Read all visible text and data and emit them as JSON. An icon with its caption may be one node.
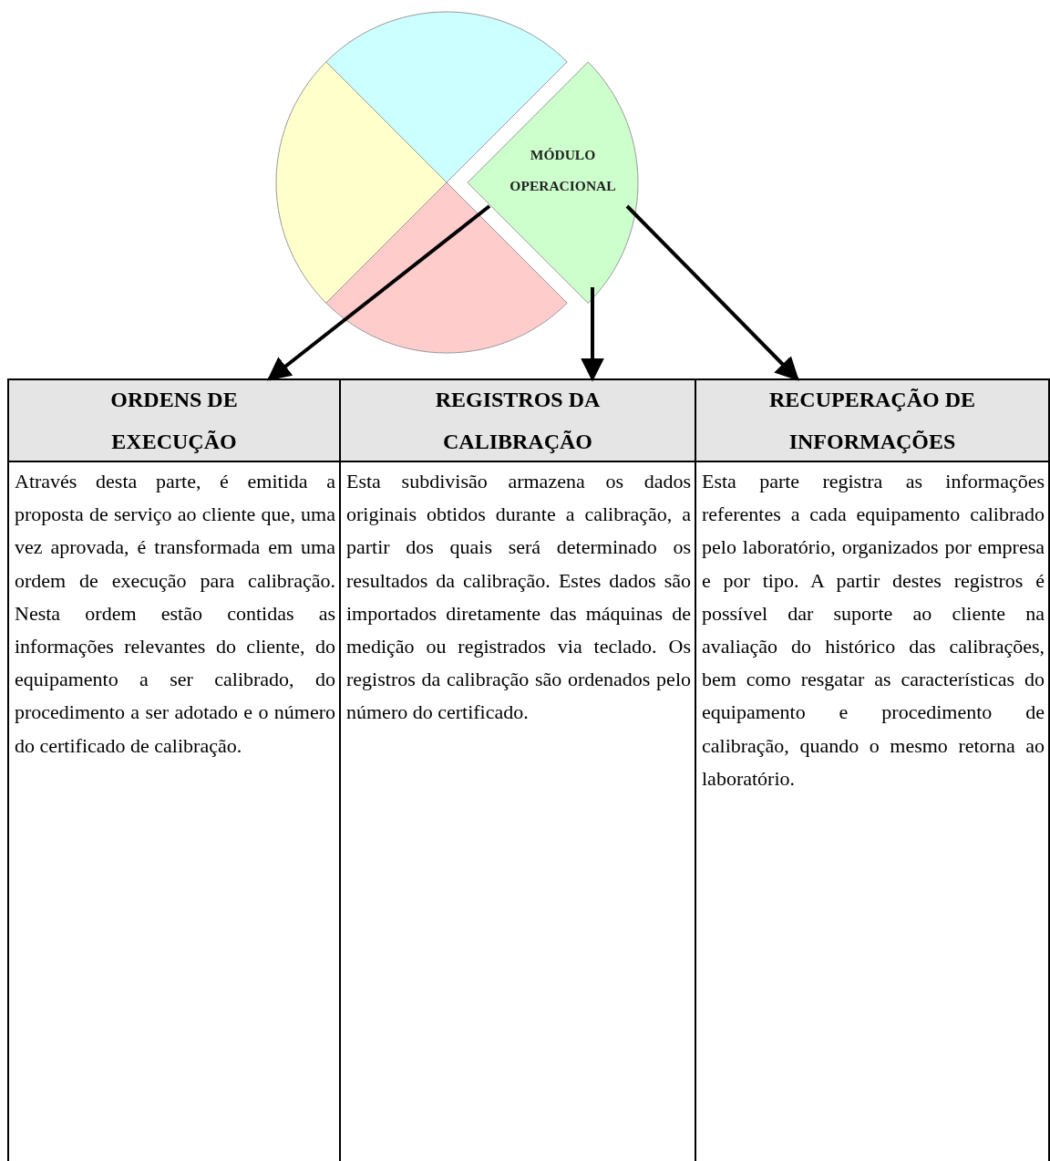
{
  "diagram": {
    "nodes": [
      {
        "text": [
          "MÓDULO OPERACIONAL"
        ]
      },
      {
        "text": [
          "ORDENS DE EXECUÇÃO"
        ]
      },
      {
        "text": [
          "REGISTROS DA CALIBRAÇÃO"
        ]
      },
      {
        "text": [
          "RECUPERAÇÃO DE INFORMAÇÕES"
        ]
      },
      {
        "text": [
          "Através desta parte, é emitida a proposta de serviço ao cliente que, uma vez aprovada, é transformada em uma ordem de execução para calibração. Nesta ordem estão contidas as informações relevantes do cliente, do equipamento a ser calibrado, do procedimento a ser adotado e o número do certificado de calibração."
        ]
      },
      {
        "text": [
          "Esta subdivisão armazena os dados originais obtidos durante a calibração, a partir dos quais será determinado os resultados da calibração. Estes dados são importados diretamente das máquinas de medição ou registrados via teclado. Os registros da calibração são ordenados pelo número do certificado."
        ]
      },
      {
        "text": [
          "Esta parte registra as informações referentes a cada equipamento calibrado pelo laboratório, organizados por empresa e por tipo. A partir destes registros é possível dar suporte ao cliente na avaliação do histórico das calibrações, bem como resgatar as características do equipamento e procedimento de calibração, quando o mesmo retorna ao laboratório."
        ]
      }
    ],
    "edges": [
      {
        "from": 0,
        "to": 1,
        "arrow": "to"
      },
      {
        "from": 0,
        "to": 2,
        "arrow": "to"
      },
      {
        "from": 0,
        "to": 3,
        "arrow": "to"
      }
    ]
  }
}
